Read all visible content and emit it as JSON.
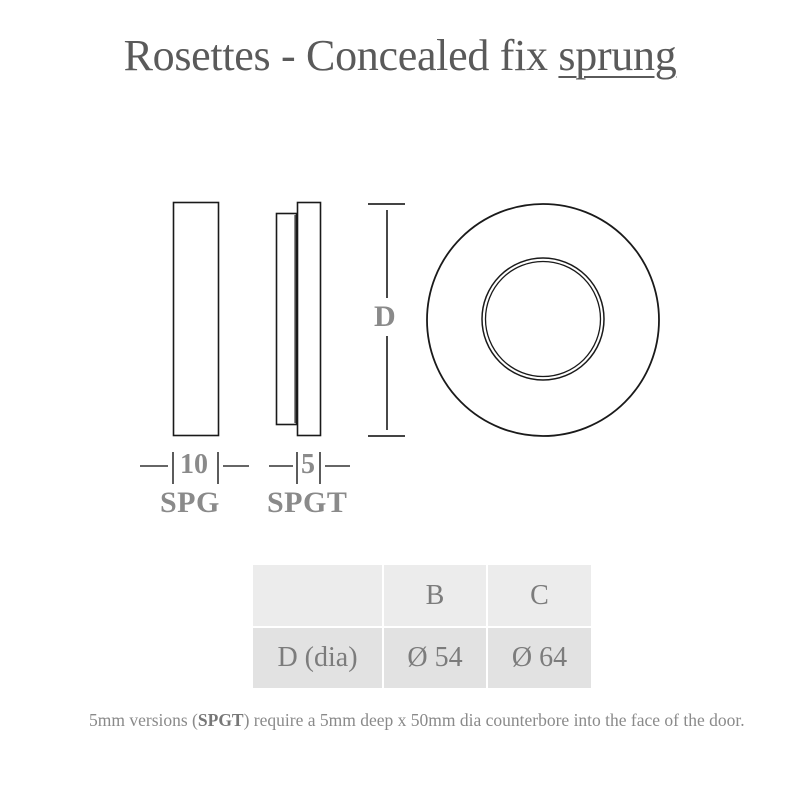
{
  "title": {
    "main": "Rosettes - Concealed fix ",
    "underlined": "sprung"
  },
  "drawing": {
    "dimension_label": "D",
    "variants": [
      {
        "code": "SPG",
        "thickness": "10"
      },
      {
        "code": "SPGT",
        "thickness": "5"
      }
    ]
  },
  "table": {
    "headers": [
      "",
      "B",
      "C"
    ],
    "rows": [
      {
        "label": "D (dia)",
        "values": [
          "Ø 54",
          "Ø 64"
        ]
      }
    ]
  },
  "note": {
    "before": "5mm versions (",
    "bold": "SPGT",
    "after": ") require a 5mm deep x 50mm dia counterbore into the face of the door."
  },
  "colors": {
    "line": "#1a1a1a",
    "label_gray": "#8a8a8a",
    "title_gray": "#5a5a5a",
    "table_header_bg": "#ececec",
    "table_row_bg": "#e2e2e2"
  }
}
